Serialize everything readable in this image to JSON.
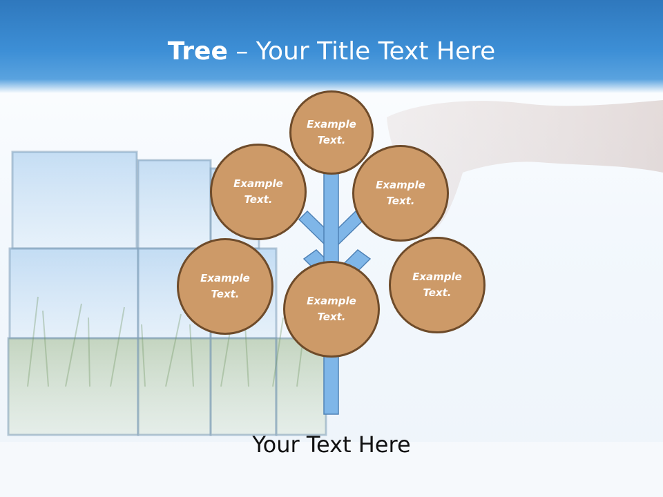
{
  "title": {
    "bold": "Tree",
    "rest": " – Your Title Text Here"
  },
  "nodes": [
    {
      "label": "Example Text."
    },
    {
      "label": "Example Text."
    },
    {
      "label": "Example Text."
    },
    {
      "label": "Example Text."
    },
    {
      "label": "Example Text."
    },
    {
      "label": "Example Text."
    }
  ],
  "caption": "Your Text Here",
  "colors": {
    "header": "#3d8fd6",
    "node_fill": "#cd9a68",
    "node_border": "#6e4b2a",
    "trunk": "#7fb6e8"
  }
}
